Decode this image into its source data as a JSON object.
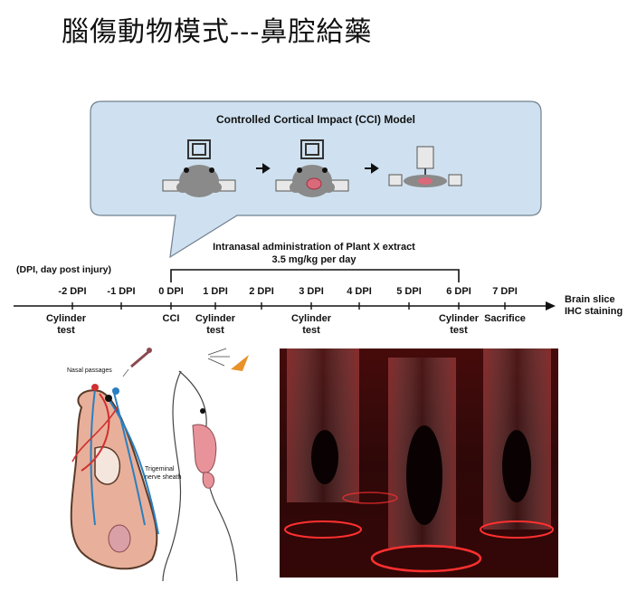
{
  "title": "腦傷動物模式---鼻腔給藥",
  "model_box": {
    "title": "Controlled Cortical Impact (CCI) Model"
  },
  "treatment": {
    "line1": "Intranasal administration of Plant X extract",
    "line2": "3.5 mg/kg per day"
  },
  "dpi_note": "(DPI, day post injury)",
  "timeline": {
    "ticks": [
      "-2 DPI",
      "-1 DPI",
      "0 DPI",
      "1 DPI",
      "2 DPI",
      "3 DPI",
      "4 DPI",
      "5 DPI",
      "6 DPI",
      "7 DPI"
    ],
    "end_label_1": "Brain slice",
    "end_label_2": "IHC staining",
    "events": [
      {
        "l1": "Cylinder",
        "l2": "test"
      },
      {
        "l1": "CCI",
        "l2": ""
      },
      {
        "l1": "Cylinder",
        "l2": "test"
      },
      {
        "l1": "Cylinder",
        "l2": "test"
      },
      {
        "l1": "Cylinder",
        "l2": "test"
      },
      {
        "l1": "Sacrifice",
        "l2": ""
      }
    ]
  },
  "anatomy": {
    "nasal_label": "Nasal passages",
    "nerve_label_1": "Trigeminal",
    "nerve_label_2": "nerve sheath"
  },
  "colors": {
    "bubble_fill": "#cfe1f0",
    "bubble_stroke": "#6f7f8f",
    "photo_bg": "#1a0606",
    "ring": "#ff3030",
    "brain": "#e8b09a"
  }
}
